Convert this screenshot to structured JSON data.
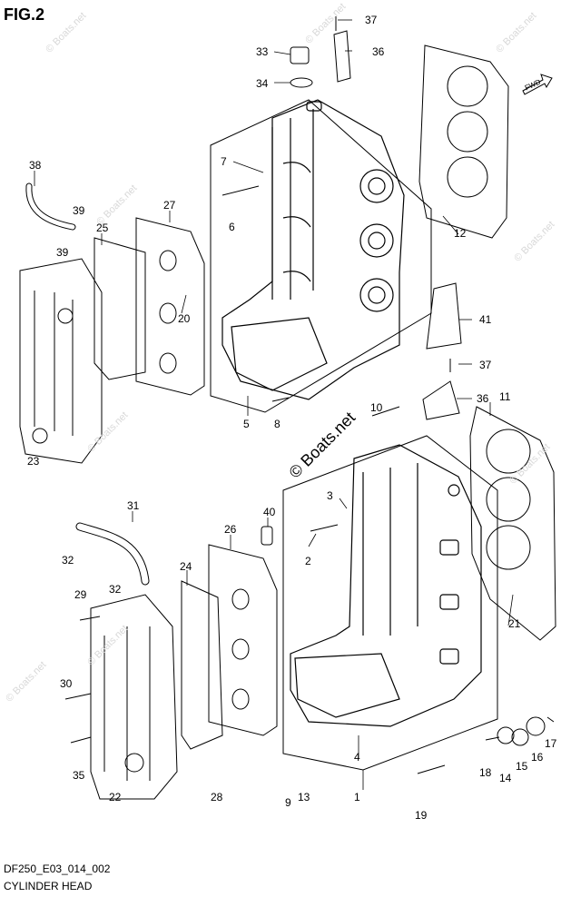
{
  "figure": {
    "title": "FIG.2",
    "code": "DF250_E03_014_002",
    "caption": "CYLINDER HEAD"
  },
  "watermark": {
    "main": "© Boats.net",
    "faint": "© Boats.net"
  },
  "fwd": "FWD",
  "callouts": [
    {
      "id": "1",
      "text": "1"
    },
    {
      "id": "2",
      "text": "2"
    },
    {
      "id": "3",
      "text": "3"
    },
    {
      "id": "4",
      "text": "4"
    },
    {
      "id": "5",
      "text": "5"
    },
    {
      "id": "6",
      "text": "6"
    },
    {
      "id": "7",
      "text": "7"
    },
    {
      "id": "8",
      "text": "8"
    },
    {
      "id": "9",
      "text": "9"
    },
    {
      "id": "10",
      "text": "10"
    },
    {
      "id": "11",
      "text": "11"
    },
    {
      "id": "12",
      "text": "12"
    },
    {
      "id": "13",
      "text": "13"
    },
    {
      "id": "14",
      "text": "14"
    },
    {
      "id": "15",
      "text": "15"
    },
    {
      "id": "16",
      "text": "16"
    },
    {
      "id": "17",
      "text": "17"
    },
    {
      "id": "18",
      "text": "18"
    },
    {
      "id": "19",
      "text": "19"
    },
    {
      "id": "20",
      "text": "20"
    },
    {
      "id": "21",
      "text": "21"
    },
    {
      "id": "22",
      "text": "22"
    },
    {
      "id": "23",
      "text": "23"
    },
    {
      "id": "24",
      "text": "24"
    },
    {
      "id": "25",
      "text": "25"
    },
    {
      "id": "26",
      "text": "26"
    },
    {
      "id": "27",
      "text": "27"
    },
    {
      "id": "28",
      "text": "28"
    },
    {
      "id": "29",
      "text": "29"
    },
    {
      "id": "30",
      "text": "30"
    },
    {
      "id": "31",
      "text": "31"
    },
    {
      "id": "32a",
      "text": "32"
    },
    {
      "id": "32b",
      "text": "32"
    },
    {
      "id": "33",
      "text": "33"
    },
    {
      "id": "34",
      "text": "34"
    },
    {
      "id": "35",
      "text": "35"
    },
    {
      "id": "36a",
      "text": "36"
    },
    {
      "id": "36b",
      "text": "36"
    },
    {
      "id": "37a",
      "text": "37"
    },
    {
      "id": "37b",
      "text": "37"
    },
    {
      "id": "38",
      "text": "38"
    },
    {
      "id": "39a",
      "text": "39"
    },
    {
      "id": "39b",
      "text": "39"
    },
    {
      "id": "40",
      "text": "40"
    },
    {
      "id": "41",
      "text": "41"
    }
  ]
}
